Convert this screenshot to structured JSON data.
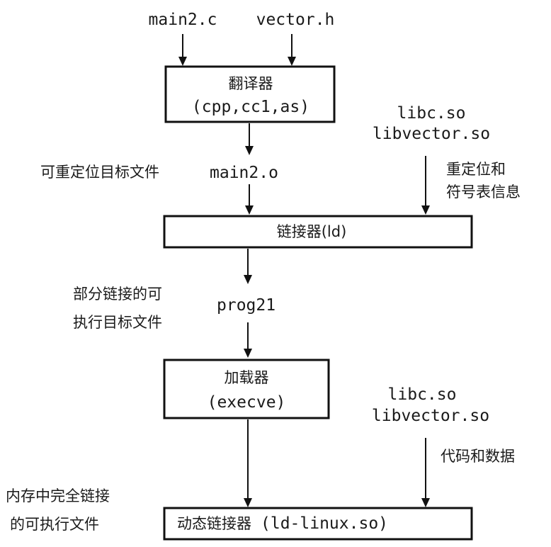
{
  "inputs": {
    "source_file": "main2.c",
    "header_file": "vector.h"
  },
  "translator": {
    "name": "翻译器",
    "tools": "(cpp,cc1,as)"
  },
  "relocatable": {
    "desc": "可重定位目标文件",
    "file": "main2.o"
  },
  "shared_libs_1": {
    "lib1": "libc.so",
    "lib2": "libvector.so"
  },
  "reloc_symbol_info": {
    "line1": "重定位和",
    "line2": "符号表信息"
  },
  "linker": {
    "label": "链接器(ld)"
  },
  "partial_exe": {
    "line1": "部分链接的可",
    "line2": "执行目标文件",
    "file": "prog21"
  },
  "loader": {
    "name": "加载器",
    "call": "(execve)"
  },
  "shared_libs_2": {
    "lib1": "libc.so",
    "lib2": "libvector.so"
  },
  "code_data": {
    "label": "代码和数据"
  },
  "full_exe": {
    "line1": "内存中完全链接",
    "line2": "的可执行文件"
  },
  "dynamic_linker": {
    "name": "动态链接器",
    "program": "(ld-linux.so)"
  },
  "colors": {
    "ink": "#111111",
    "background": "#ffffff"
  }
}
